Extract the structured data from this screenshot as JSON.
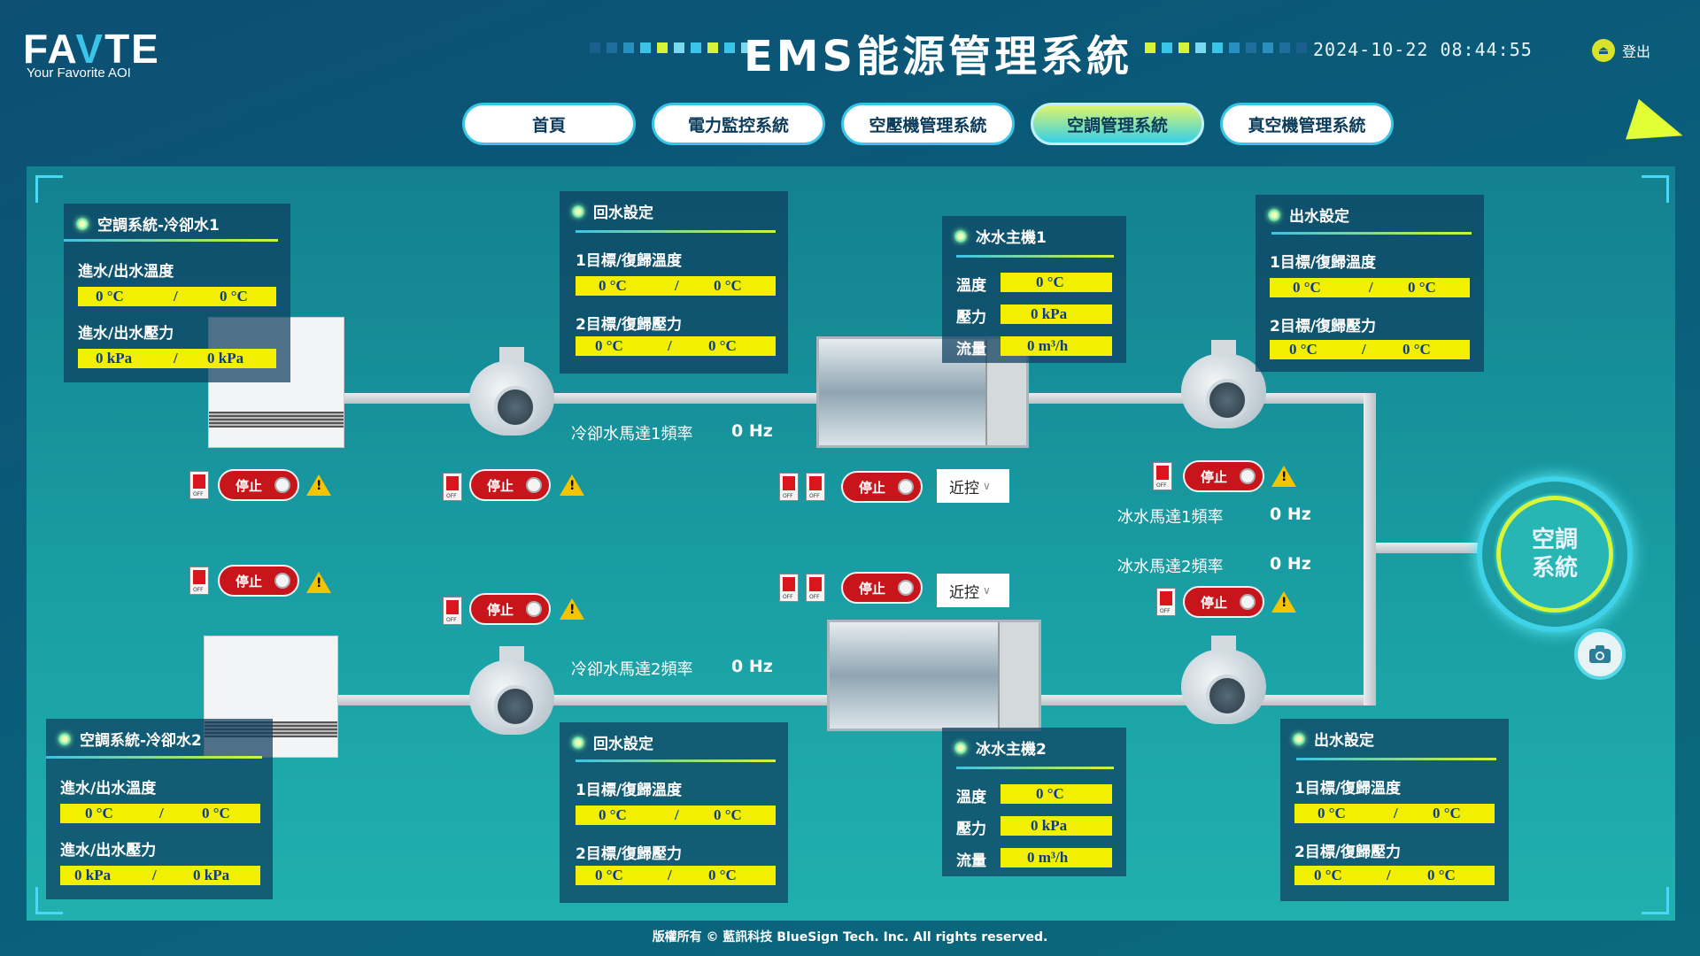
{
  "header": {
    "logo_left": "FA",
    "logo_v": "V",
    "logo_right": "TE",
    "logo_sub": "Your Favorite AOI",
    "title": "EMS能源管理系統",
    "datetime": "2024-10-22 08:44:55",
    "logout": "登出"
  },
  "nav": {
    "tabs": [
      "首頁",
      "電力監控系統",
      "空壓機管理系統",
      "空調管理系統",
      "真空機管理系統"
    ],
    "active": 3
  },
  "tower1": {
    "title": "空調系統-冷卻水1",
    "temp_label": "進水/出水溫度",
    "temp_in": "0 °C",
    "temp_out": "0 °C",
    "press_label": "進水/出水壓力",
    "press_in": "0 kPa",
    "press_out": "0 kPa",
    "sep": "/"
  },
  "tower2": {
    "title": "空調系統-冷卻水2",
    "temp_label": "進水/出水溫度",
    "temp_in": "0 °C",
    "temp_out": "0 °C",
    "press_label": "進水/出水壓力",
    "press_in": "0 kPa",
    "press_out": "0 kPa",
    "sep": "/"
  },
  "return1": {
    "title": "回水設定",
    "l1": "1目標/復歸溫度",
    "v1a": "0 °C",
    "v1b": "0 °C",
    "l2": "2目標/復歸壓力",
    "v2a": "0 °C",
    "v2b": "0 °C",
    "sep": "/"
  },
  "return2": {
    "title": "回水設定",
    "l1": "1目標/復歸溫度",
    "v1a": "0 °C",
    "v1b": "0 °C",
    "l2": "2目標/復歸壓力",
    "v2a": "0 °C",
    "v2b": "0 °C",
    "sep": "/"
  },
  "outlet1": {
    "title": "出水設定",
    "l1": "1目標/復歸溫度",
    "v1a": "0 °C",
    "v1b": "0 °C",
    "l2": "2目標/復歸壓力",
    "v2a": "0 °C",
    "v2b": "0 °C",
    "sep": "/"
  },
  "outlet2": {
    "title": "出水設定",
    "l1": "1目標/復歸溫度",
    "v1a": "0 °C",
    "v1b": "0 °C",
    "l2": "2目標/復歸壓力",
    "v2a": "0 °C",
    "v2b": "0 °C",
    "sep": "/"
  },
  "chiller1": {
    "title": "冰水主機1",
    "temp_label": "溫度",
    "temp": "0 °C",
    "press_label": "壓力",
    "press": "0 kPa",
    "flow_label": "流量",
    "flow": "0 m³/h"
  },
  "chiller2": {
    "title": "冰水主機2",
    "temp_label": "溫度",
    "temp": "0 °C",
    "press_label": "壓力",
    "press": "0 kPa",
    "flow_label": "流量",
    "flow": "0 m³/h"
  },
  "freq": {
    "cw1_label": "冷卻水馬達1頻率",
    "cw1": "0 Hz",
    "cw2_label": "冷卻水馬達2頻率",
    "cw2": "0 Hz",
    "iw1_label": "冰水馬達1頻率",
    "iw1": "0 Hz",
    "iw2_label": "冰水馬達2頻率",
    "iw2": "0 Hz"
  },
  "controls": {
    "stop": "停止",
    "mode": "近控"
  },
  "ac": {
    "line1": "空調",
    "line2": "系統"
  },
  "footer": "版權所有 © 藍訊科技 BlueSign Tech. Inc. All rights reserved.",
  "colors": {
    "accent": "#39c4e8",
    "highlight": "#f2f000",
    "stop": "#c8151c",
    "lime": "#d8f23a"
  }
}
